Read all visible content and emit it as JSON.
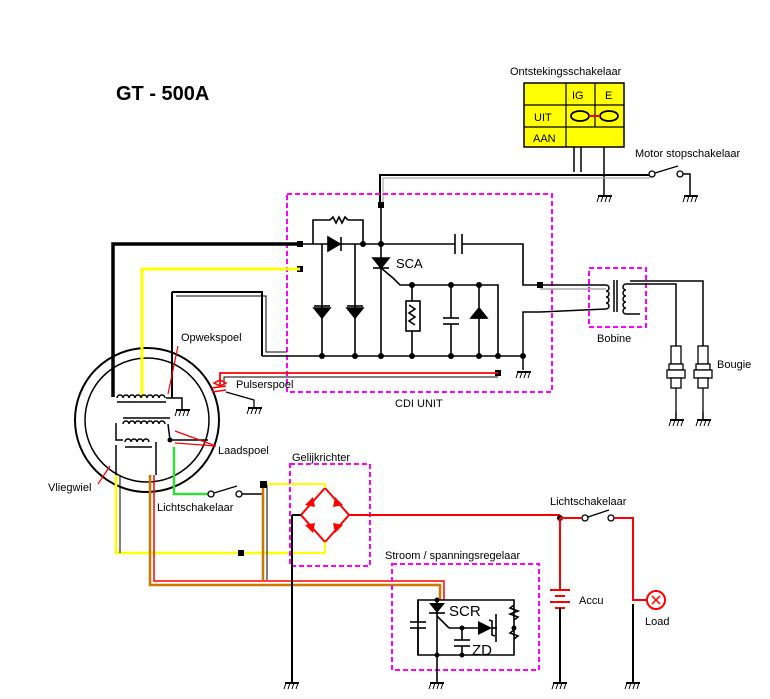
{
  "title": "GT - 500A",
  "ignition_switch": {
    "label": "Ontstekingsschakelaar",
    "col_ig": "IG",
    "col_e": "E",
    "row_off": "UIT",
    "row_on": "AAN"
  },
  "labels": {
    "motor_stop": "Motor stopschakelaar",
    "sca": "SCA",
    "bobine": "Bobine",
    "bougie": "Bougie",
    "opwekspoel": "Opwekspoel",
    "pulserspoel": "Pulserspoel",
    "cdi_unit": "CDI UNIT",
    "laadspoel": "Laadspoel",
    "vliegwiel": "Vliegwiel",
    "gelijkrichter": "Gelijkrichter",
    "lichtschakelaar_left": "Lichtschakelaar",
    "lichtschakelaar_right": "Lichtschakelaar",
    "regulator": "Stroom / spanningsregelaar",
    "scr": "SCR",
    "zd": "ZD",
    "accu": "Accu",
    "load": "Load"
  },
  "colors": {
    "frame": "#ff00ff",
    "switch_fill": "#ffff00",
    "wire_black": "#000000",
    "wire_yellow": "#ffff00",
    "wire_red": "#ff0000",
    "wire_green": "#33dd33",
    "wire_brown": "#cc7700",
    "wire_grey": "#aaaaaa"
  }
}
